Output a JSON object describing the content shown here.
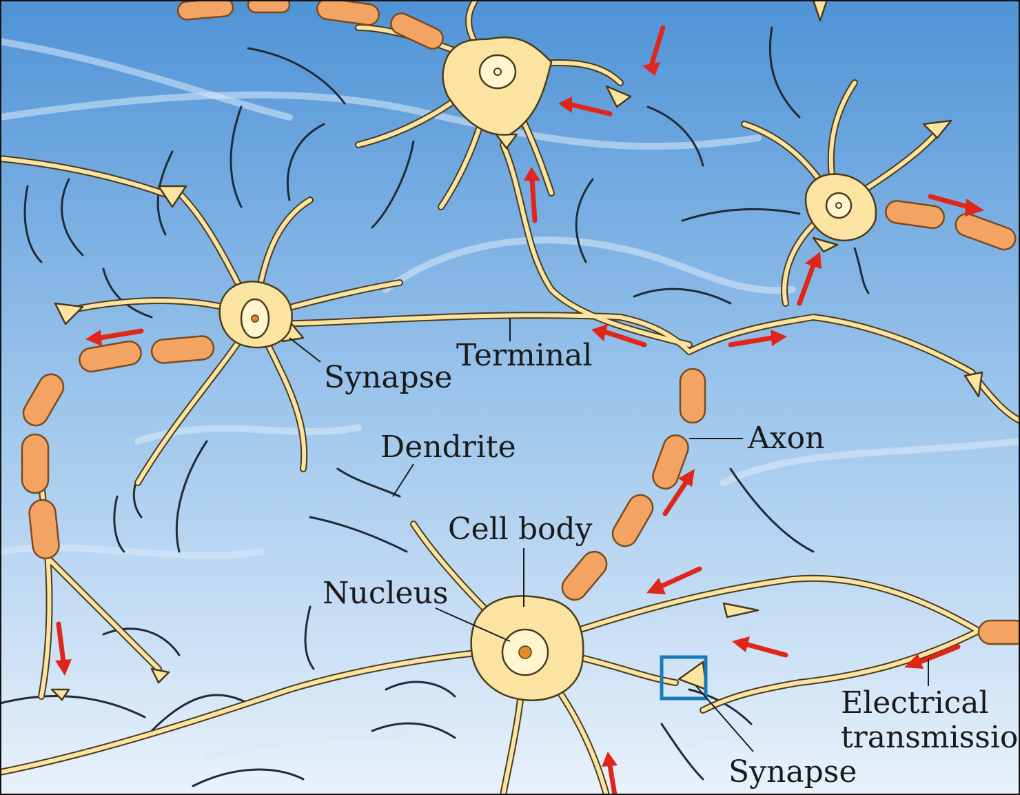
{
  "labels": {
    "terminal": "Terminal",
    "synapse_top": "Synapse",
    "axon": "Axon",
    "dendrite": "Dendrite",
    "cell_body": "Cell body",
    "nucleus": "Nucleus",
    "electrical_line1": "Electrical",
    "electrical_line2": "transmission",
    "synapse_bottom": "Synapse"
  },
  "colors": {
    "background_top": "#4f93d6",
    "background_bottom": "#e9f2fb",
    "neuron": "#fbe3a1",
    "myelin": "#f3a462",
    "signal_arrow": "#e0261b",
    "highlight_box": "#1a7ab8"
  }
}
